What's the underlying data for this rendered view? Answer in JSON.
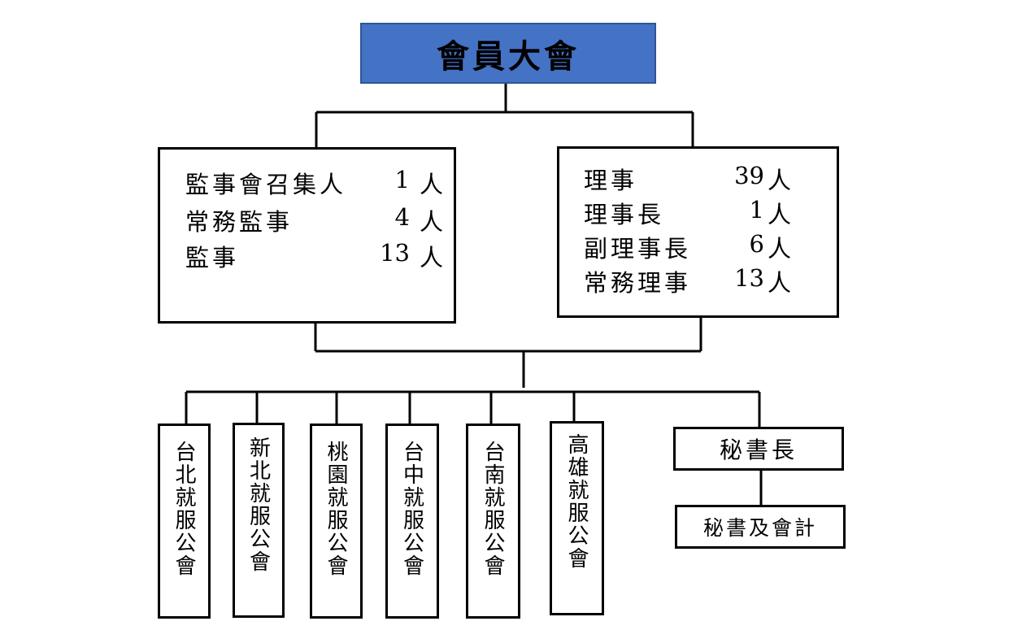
{
  "general_assembly": "會員大會",
  "supervisors": [
    {
      "role": "監事會召集人",
      "count": "1",
      "unit": "人"
    },
    {
      "role": "常務監事",
      "count": "4",
      "unit": "人"
    },
    {
      "role": "監事",
      "count": "13",
      "unit": "人"
    }
  ],
  "directors": [
    {
      "role": "理事",
      "count": "39",
      "unit": "人"
    },
    {
      "role": "理事長",
      "count": "1",
      "unit": "人"
    },
    {
      "role": "副理事長",
      "count": "6",
      "unit": "人"
    },
    {
      "role": "常務理事",
      "count": "13",
      "unit": "人"
    }
  ],
  "branches": [
    "台北就服公會",
    "新北就服公會",
    "桃園就服公會",
    "台中就服公會",
    "台南就服公會",
    "高雄就服公會"
  ],
  "secretary_general": "秘書長",
  "secretary_accounting": "秘書及會計",
  "colors": {
    "top_box": "#4472c4",
    "line": "#000000"
  }
}
